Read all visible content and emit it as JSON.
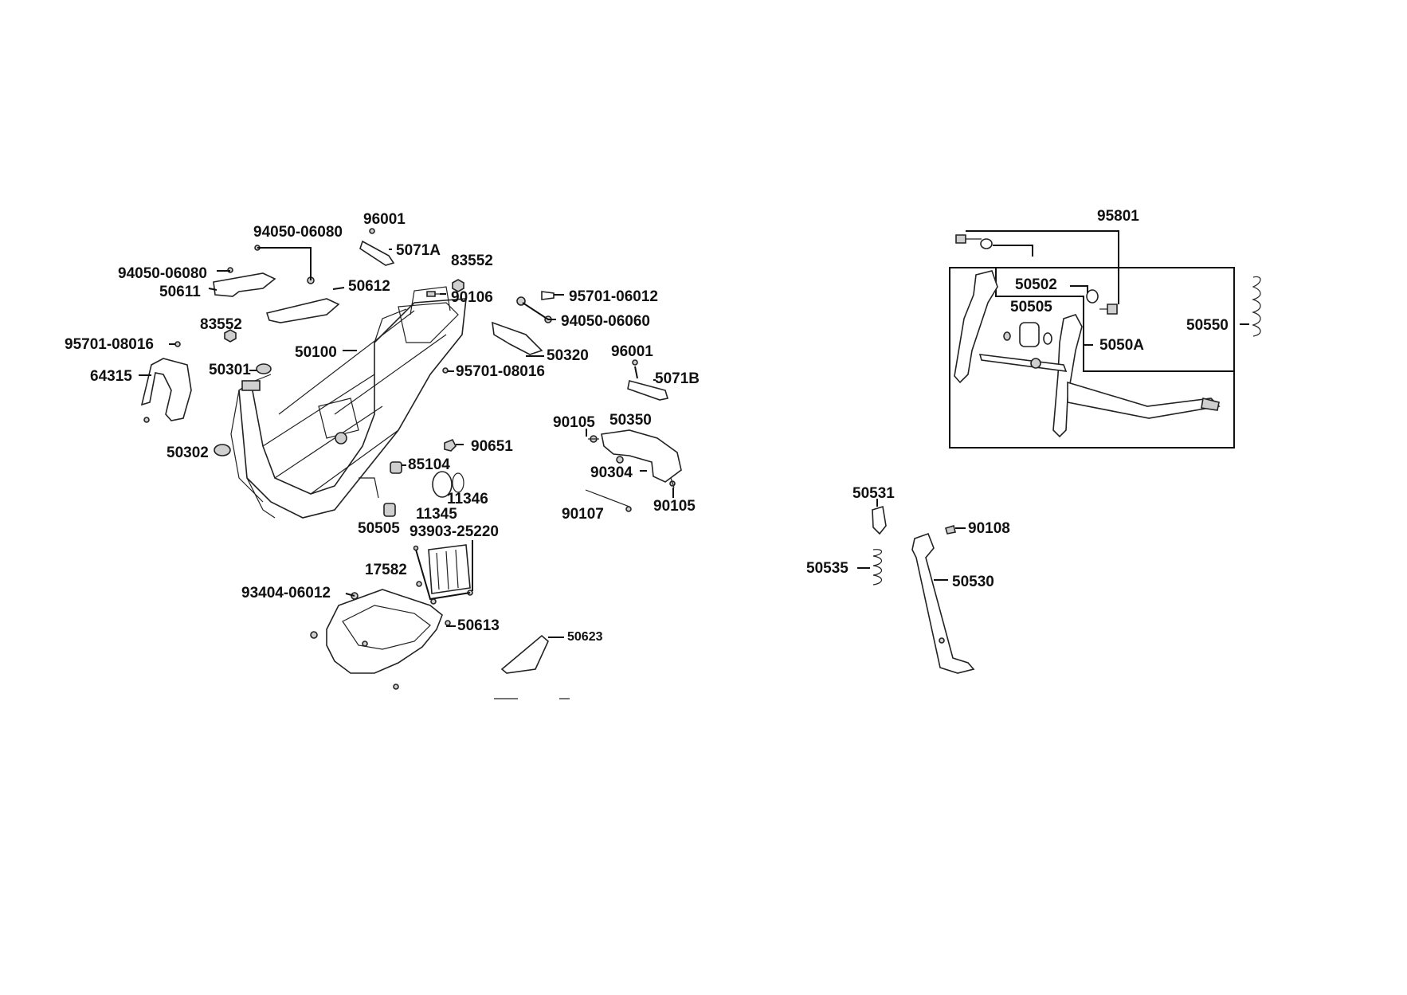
{
  "labels": {
    "p96001a": "96001",
    "p94050_06080a": "94050-06080",
    "p5071A": "5071A",
    "p83552a": "83552",
    "p94050_06080b": "94050-06080",
    "p50611": "50611",
    "p50612": "50612",
    "p90106": "90106",
    "p95701_06012": "95701-06012",
    "p83552b": "83552",
    "p94050_06060": "94050-06060",
    "p95701_08016a": "95701-08016",
    "p50100": "50100",
    "p50320": "50320",
    "p64315": "64315",
    "p50301": "50301",
    "p95701_08016b": "95701-08016",
    "p96001b": "96001",
    "p5071B": "5071B",
    "p90105a": "90105",
    "p50350": "50350",
    "p50302": "50302",
    "p90651": "90651",
    "p85104": "85104",
    "p90304": "90304",
    "p11346": "11346",
    "p11345": "11345",
    "p90105b": "90105",
    "p50505a": "50505",
    "p93903_25220": "93903-25220",
    "p90107": "90107",
    "p17582": "17582",
    "p93404_06012": "93404-06012",
    "p50613": "50613",
    "p50623": "50623",
    "p95801": "95801",
    "p50502": "50502",
    "p50505b": "50505",
    "p50550": "50550",
    "p5050A": "5050A",
    "p50531": "50531",
    "p90108": "90108",
    "p50535": "50535",
    "p50530": "50530"
  }
}
